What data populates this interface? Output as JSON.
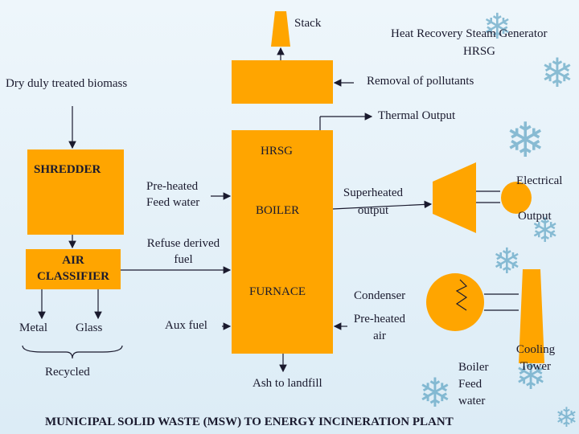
{
  "colors": {
    "box_fill": "#ffa500",
    "line": "#1a1a2e",
    "background": "#e6f1f8",
    "flake": "#3a8fb5"
  },
  "labels": {
    "stack": "Stack",
    "hrsg_title_line1": "Heat Recovery Steam Generator",
    "hrsg_title_line2": "HRSG",
    "removal": "Removal of pollutants",
    "biomass": "Dry duly treated biomass",
    "thermal_output": "Thermal Output",
    "hrsg": "HRSG",
    "shredder": "SHREDDER",
    "preheated_feed_line1": "Pre-heated",
    "preheated_feed_line2": "Feed water",
    "boiler": "BOILER",
    "superheated_line1": "Superheated",
    "superheated_line2": "output",
    "electrical": "Electrical",
    "output": "Output",
    "rdf_line1": "Refuse derived",
    "rdf_line2": "fuel",
    "air_classifier_line1": "AIR",
    "air_classifier_line2": "CLASSIFIER",
    "furnace": "FURNACE",
    "condenser": "Condenser",
    "metal": "Metal",
    "glass": "Glass",
    "aux_fuel": "Aux fuel",
    "preheated_air_line1": "Pre-heated",
    "preheated_air_line2": "air",
    "cooling_line1": "Cooling",
    "cooling_line2": "Tower",
    "recycled": "Recycled",
    "ash": "Ash to landfill",
    "boiler_feed_line1": "Boiler",
    "boiler_feed_line2": "Feed",
    "boiler_feed_line3": "water",
    "footer": "MUNICIPAL SOLID WASTE (MSW) TO ENERGY INCINERATION PLANT"
  },
  "decorations": {
    "flake_icon": "snowflake-icon"
  }
}
